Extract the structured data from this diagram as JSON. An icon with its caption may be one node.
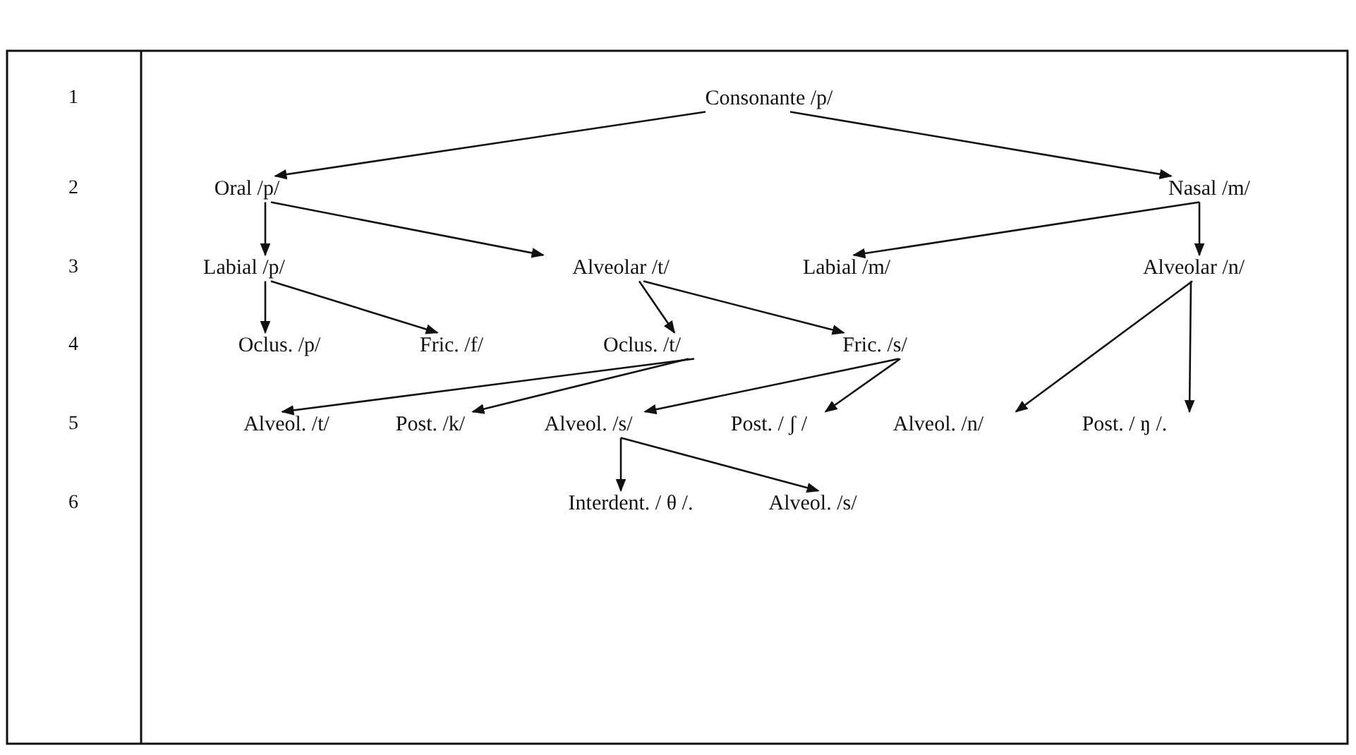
{
  "diagram": {
    "nodes": [
      {
        "text": [
          "Consonante /p/"
        ]
      },
      {
        "text": [
          "Oral /p/"
        ]
      },
      {
        "text": [
          "Nasal /m/"
        ]
      },
      {
        "text": [
          "Labial /p/"
        ]
      },
      {
        "text": [
          "Alveolar /t/"
        ]
      },
      {
        "text": [
          "Labial /m/"
        ]
      },
      {
        "text": [
          "Alveolar /n/"
        ]
      },
      {
        "text": [
          "Oclus. /p/"
        ]
      },
      {
        "text": [
          "Fric. /f/"
        ]
      },
      {
        "text": [
          "Oclus. /t/"
        ]
      },
      {
        "text": [
          "Fric. /s/"
        ]
      },
      {
        "text": [
          "Alveol. /t/"
        ]
      },
      {
        "text": [
          "Post. /k/"
        ]
      },
      {
        "text": [
          "Alveol. /s/"
        ]
      },
      {
        "text": [
          "Post. / ʃ /"
        ]
      },
      {
        "text": [
          "Alveol. /n/"
        ]
      },
      {
        "text": [
          "Post. / ŋ /."
        ]
      },
      {
        "text": [
          "Interdent. / θ /."
        ]
      },
      {
        "text": [
          "Alveol. /s/"
        ]
      }
    ],
    "edges": [
      {
        "from": 0,
        "to": 1,
        "arrow": "to"
      },
      {
        "from": 0,
        "to": 2,
        "arrow": "to"
      },
      {
        "from": 1,
        "to": 3,
        "arrow": "to"
      },
      {
        "from": 1,
        "to": 4,
        "arrow": "to"
      },
      {
        "from": 2,
        "to": 5,
        "arrow": "to"
      },
      {
        "from": 2,
        "to": 6,
        "arrow": "to"
      },
      {
        "from": 3,
        "to": 7,
        "arrow": "to"
      },
      {
        "from": 3,
        "to": 8,
        "arrow": "to"
      },
      {
        "from": 4,
        "to": 9,
        "arrow": "to"
      },
      {
        "from": 4,
        "to": 10,
        "arrow": "to"
      },
      {
        "from": 9,
        "to": 11,
        "arrow": "to"
      },
      {
        "from": 9,
        "to": 12,
        "arrow": "to"
      },
      {
        "from": 10,
        "to": 13,
        "arrow": "to"
      },
      {
        "from": 10,
        "to": 14,
        "arrow": "to"
      },
      {
        "from": 6,
        "to": 15,
        "arrow": "to"
      },
      {
        "from": 6,
        "to": 16,
        "arrow": "to"
      },
      {
        "from": 13,
        "to": 17,
        "arrow": "to"
      },
      {
        "from": 13,
        "to": 18,
        "arrow": "to"
      }
    ],
    "labels": [
      "1",
      "2",
      "3",
      "4",
      "5",
      "6"
    ]
  }
}
